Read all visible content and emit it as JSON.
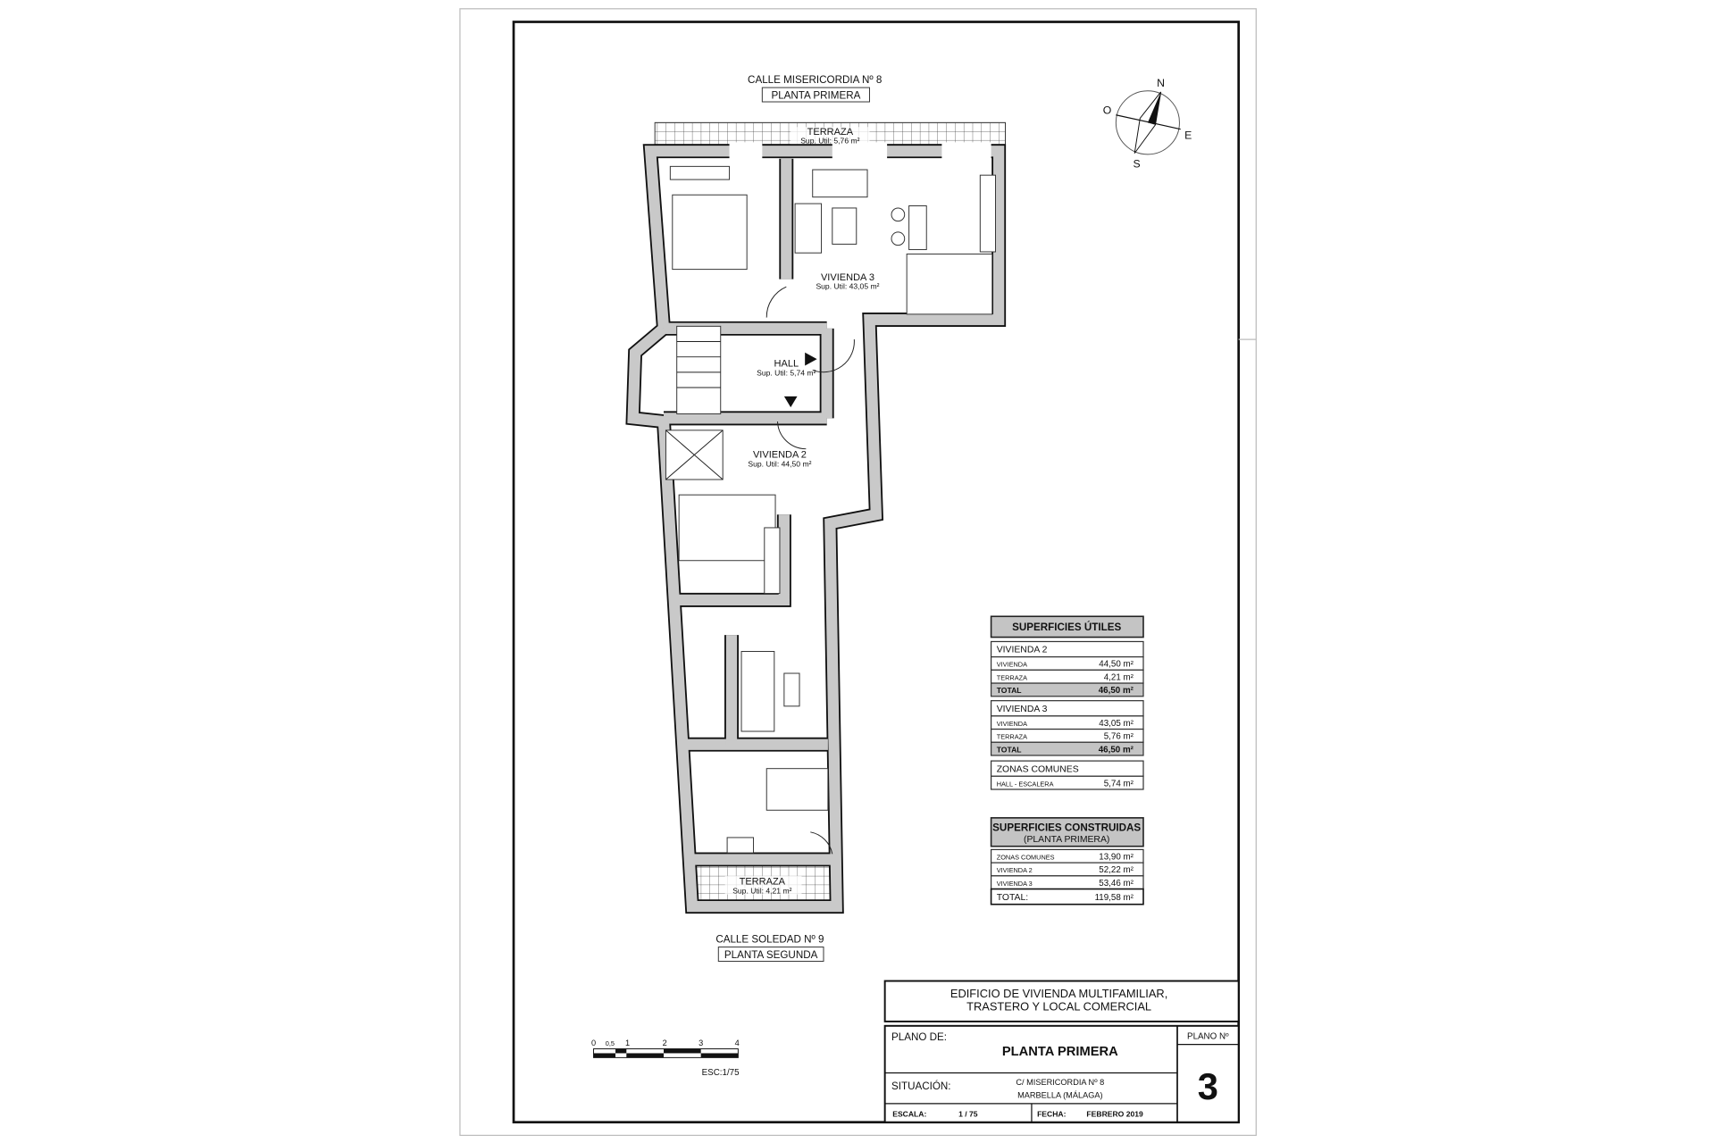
{
  "streets": {
    "top_street": "CALLE MISERICORDIA Nº 8",
    "top_floor": "PLANTA PRIMERA",
    "bottom_street": "CALLE SOLEDAD Nº 9",
    "bottom_floor": "PLANTA SEGUNDA"
  },
  "rooms": {
    "terraza_top": {
      "name": "TERRAZA",
      "area": "Sup. Util: 5,76 m²"
    },
    "vivienda3": {
      "name": "VIVIENDA 3",
      "area": "Sup. Util: 43,05 m²"
    },
    "hall": {
      "name": "HALL",
      "area": "Sup. Util: 5,74 m²"
    },
    "vivienda2": {
      "name": "VIVIENDA 2",
      "area": "Sup. Util: 44,50 m²"
    },
    "terraza_bottom": {
      "name": "TERRAZA",
      "area": "Sup. Util: 4,21 m²"
    }
  },
  "compass": {
    "n": "N",
    "o": "O",
    "e": "E",
    "s": "S"
  },
  "utiles": {
    "title": "SUPERFICIES ÚTILES",
    "v2": {
      "title": "VIVIENDA 2",
      "rows": [
        {
          "label": "VIVIENDA",
          "value": "44,50 m²"
        },
        {
          "label": "TERRAZA",
          "value": "4,21 m²"
        }
      ],
      "total_label": "TOTAL",
      "total": "46,50 m²"
    },
    "v3": {
      "title": "VIVIENDA 3",
      "rows": [
        {
          "label": "VIVIENDA",
          "value": "43,05 m²"
        },
        {
          "label": "TERRAZA",
          "value": "5,76 m²"
        }
      ],
      "total_label": "TOTAL",
      "total": "46,50 m²"
    },
    "zonas": {
      "title": "ZONAS COMUNES",
      "rows": [
        {
          "label": "HALL - ESCALERA",
          "value": "5,74 m²"
        }
      ]
    }
  },
  "construidas": {
    "title": "SUPERFICIES CONSTRUIDAS",
    "subtitle": "(PLANTA PRIMERA)",
    "rows": [
      {
        "label": "ZONAS COMUNES",
        "value": "13,90 m²"
      },
      {
        "label": "VIVIENDA 2",
        "value": "52,22 m²"
      },
      {
        "label": "VIVIENDA 3",
        "value": "53,46 m²"
      }
    ],
    "total_label": "TOTAL:",
    "total": "119,58 m²"
  },
  "titleblock": {
    "project_line1": "EDIFICIO DE VIVIENDA MULTIFAMILIAR,",
    "project_line2": "TRASTERO Y LOCAL COMERCIAL",
    "plano_de_label": "PLANO DE:",
    "plano_de": "PLANTA PRIMERA",
    "plano_no_label": "PLANO Nº",
    "plano_no": "3",
    "situacion_label": "SITUACIÓN:",
    "situacion_line1": "C/ MISERICORDIA Nº 8",
    "situacion_line2": "MARBELLA (MÁLAGA)",
    "escala_label": "ESCALA:",
    "escala": "1 / 75",
    "fecha_label": "FECHA:",
    "fecha": "FEBRERO 2019"
  },
  "scalebar": {
    "ticks": [
      "0",
      "0,5",
      "1",
      "2",
      "3",
      "4"
    ],
    "label": "ESC:1/75"
  }
}
